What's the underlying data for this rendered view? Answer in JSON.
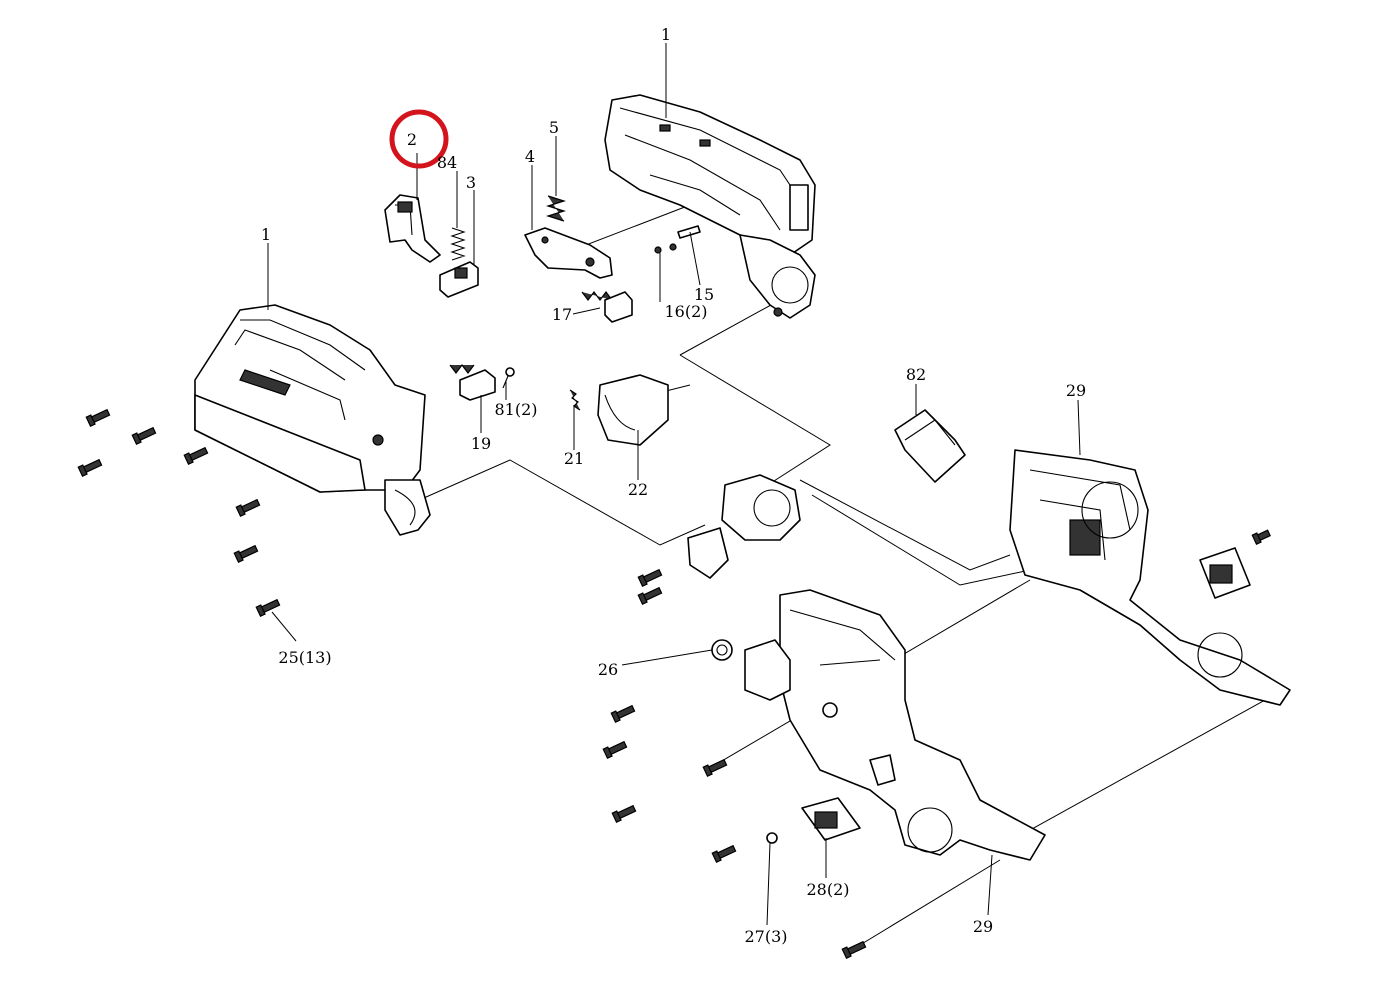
{
  "callouts": [
    {
      "id": "c1a",
      "label": "1"
    },
    {
      "id": "c1b",
      "label": "1"
    },
    {
      "id": "c2",
      "label": "2"
    },
    {
      "id": "c3",
      "label": "3"
    },
    {
      "id": "c4",
      "label": "4"
    },
    {
      "id": "c5",
      "label": "5"
    },
    {
      "id": "c84",
      "label": "84"
    },
    {
      "id": "c15",
      "label": "15"
    },
    {
      "id": "c16",
      "label": "16(2)"
    },
    {
      "id": "c17",
      "label": "17"
    },
    {
      "id": "c19",
      "label": "19"
    },
    {
      "id": "c81",
      "label": "81(2)"
    },
    {
      "id": "c21",
      "label": "21"
    },
    {
      "id": "c22",
      "label": "22"
    },
    {
      "id": "c82",
      "label": "82"
    },
    {
      "id": "c29a",
      "label": "29"
    },
    {
      "id": "c29b",
      "label": "29"
    },
    {
      "id": "c25",
      "label": "25(13)"
    },
    {
      "id": "c26",
      "label": "26"
    },
    {
      "id": "c27",
      "label": "27(3)"
    },
    {
      "id": "c28",
      "label": "28(2)"
    }
  ],
  "highlight": {
    "target_label": "2",
    "color": "#d4141d"
  }
}
